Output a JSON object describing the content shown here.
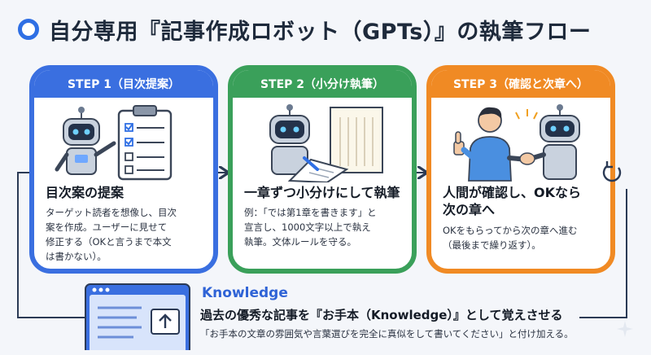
{
  "title": "自分専用『記事作成ロボット（GPTs）』の執筆フロー",
  "colors": {
    "step1": "#3a6fe0",
    "step2": "#3aa05a",
    "step3": "#f08a24",
    "connector": "#2b3a55",
    "knowledge": "#2f63d6"
  },
  "steps": [
    {
      "label": "STEP 1（目次提案）",
      "heading": "目次案の提案",
      "lines": [
        "ターゲット読者を想像し、目次",
        "案を作成。ユーザーに見せて",
        "修正する（OKと言うまで本文",
        "は書かない）。"
      ],
      "icon": "robot-with-checklist-icon"
    },
    {
      "label": "STEP 2（小分け執筆）",
      "heading": "一章ずつ小分けにして執筆",
      "lines": [
        "例：「では第1章を書きます」と",
        "宣言し、1000文字以上で執え",
        "執筆。文体ルールを守る。"
      ],
      "icon": "robot-writing-manuscript-icon"
    },
    {
      "label": "STEP 3（確認と次章へ）",
      "heading_lines": [
        "人間が確認し、OKなら",
        "次の章へ"
      ],
      "lines": [
        "OKをもらってから次の章へ進む",
        "（最後まで繰り返す）。"
      ],
      "icon": "human-robot-handshake-icon"
    }
  ],
  "knowledge": {
    "label": "Knowledge",
    "title": "過去の優秀な記事を『お手本（Knowledge）』として覚えさせる",
    "note": "「お手本の文章の雰囲気や言葉選びを完全に真似をして書いてください」と付け加える。",
    "icon": "upload-window-icon"
  }
}
